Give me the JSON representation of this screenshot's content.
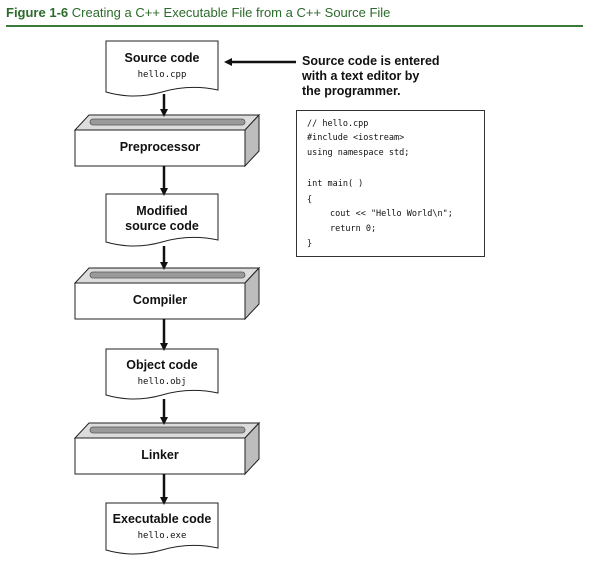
{
  "figure": {
    "number": "Figure 1-6",
    "title": "Creating a C++ Executable File from a C++ Source File"
  },
  "nodes": {
    "source": {
      "label": "Source code",
      "file": "hello.cpp"
    },
    "preprocessor": {
      "label": "Preprocessor"
    },
    "modified": {
      "label_line1": "Modified",
      "label_line2": "source code"
    },
    "compiler": {
      "label": "Compiler"
    },
    "object": {
      "label": "Object code",
      "file": "hello.obj"
    },
    "linker": {
      "label": "Linker"
    },
    "executable": {
      "label": "Executable code",
      "file": "hello.exe"
    }
  },
  "note": {
    "line1": "Source code is entered",
    "line2": "with a text editor by",
    "line3": "the programmer."
  },
  "code": {
    "lines": [
      "// hello.cpp",
      "#include <iostream>",
      "using namespace std;",
      "int main( )",
      "{",
      "cout << \"Hello World\\n\";",
      "return 0;",
      "}"
    ]
  }
}
